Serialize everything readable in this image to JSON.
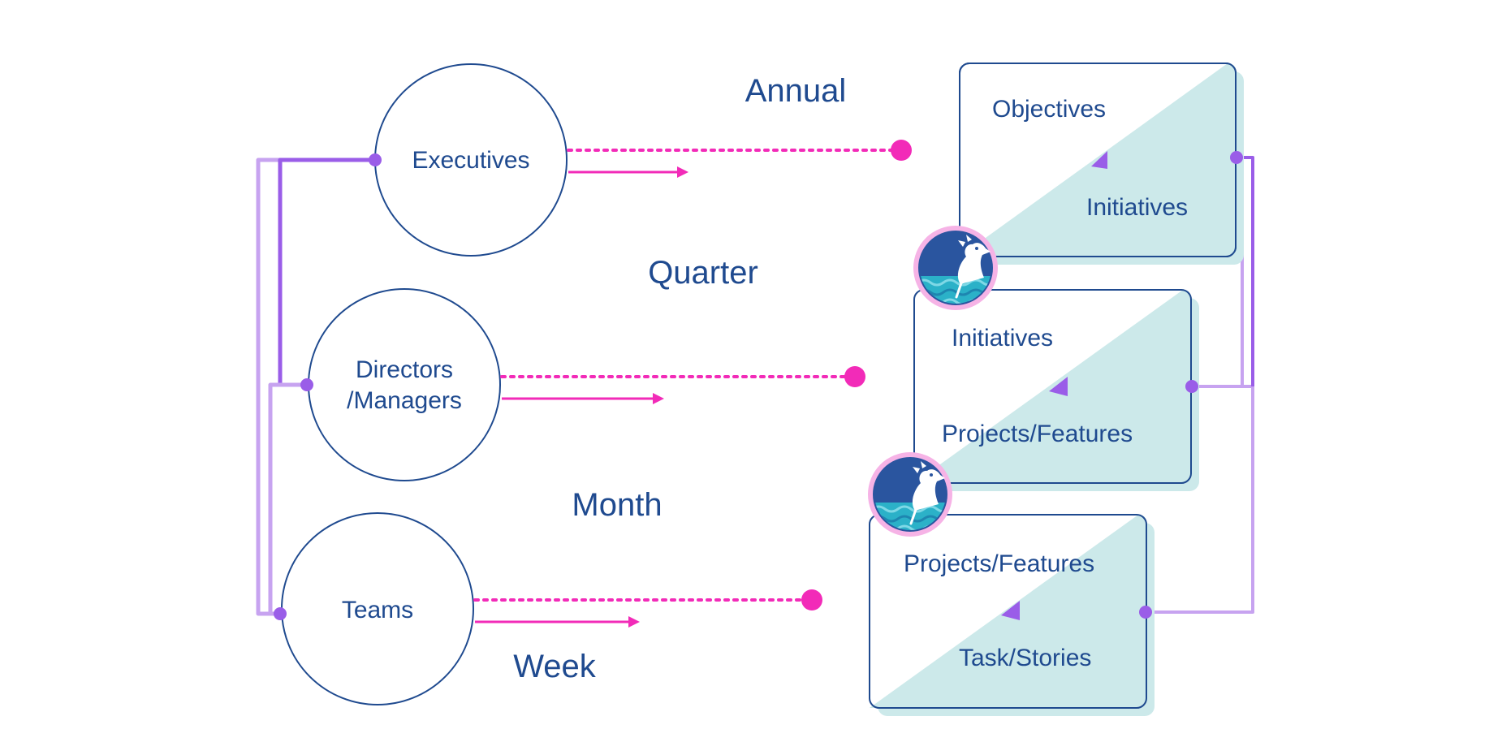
{
  "roles": {
    "executives": "Executives",
    "directors_line1": "Directors",
    "directors_line2": "/Managers",
    "teams": "Teams"
  },
  "periods": {
    "annual": "Annual",
    "quarter": "Quarter",
    "month": "Month",
    "week": "Week"
  },
  "cards": [
    {
      "top": "Objectives",
      "bottom": "Initiatives"
    },
    {
      "top": "Initiatives",
      "bottom": "Projects/Features"
    },
    {
      "top": "Projects/Features",
      "bottom": "Task/Stories"
    }
  ],
  "icons": [
    "dragon-boat-icon",
    "dragon-boat-icon"
  ],
  "colors": {
    "navy": "#1f4a8f",
    "magenta": "#f22bb8",
    "purple": "#9a5de8",
    "lavender": "#c7a3f0",
    "teal": "#cce9ea"
  }
}
